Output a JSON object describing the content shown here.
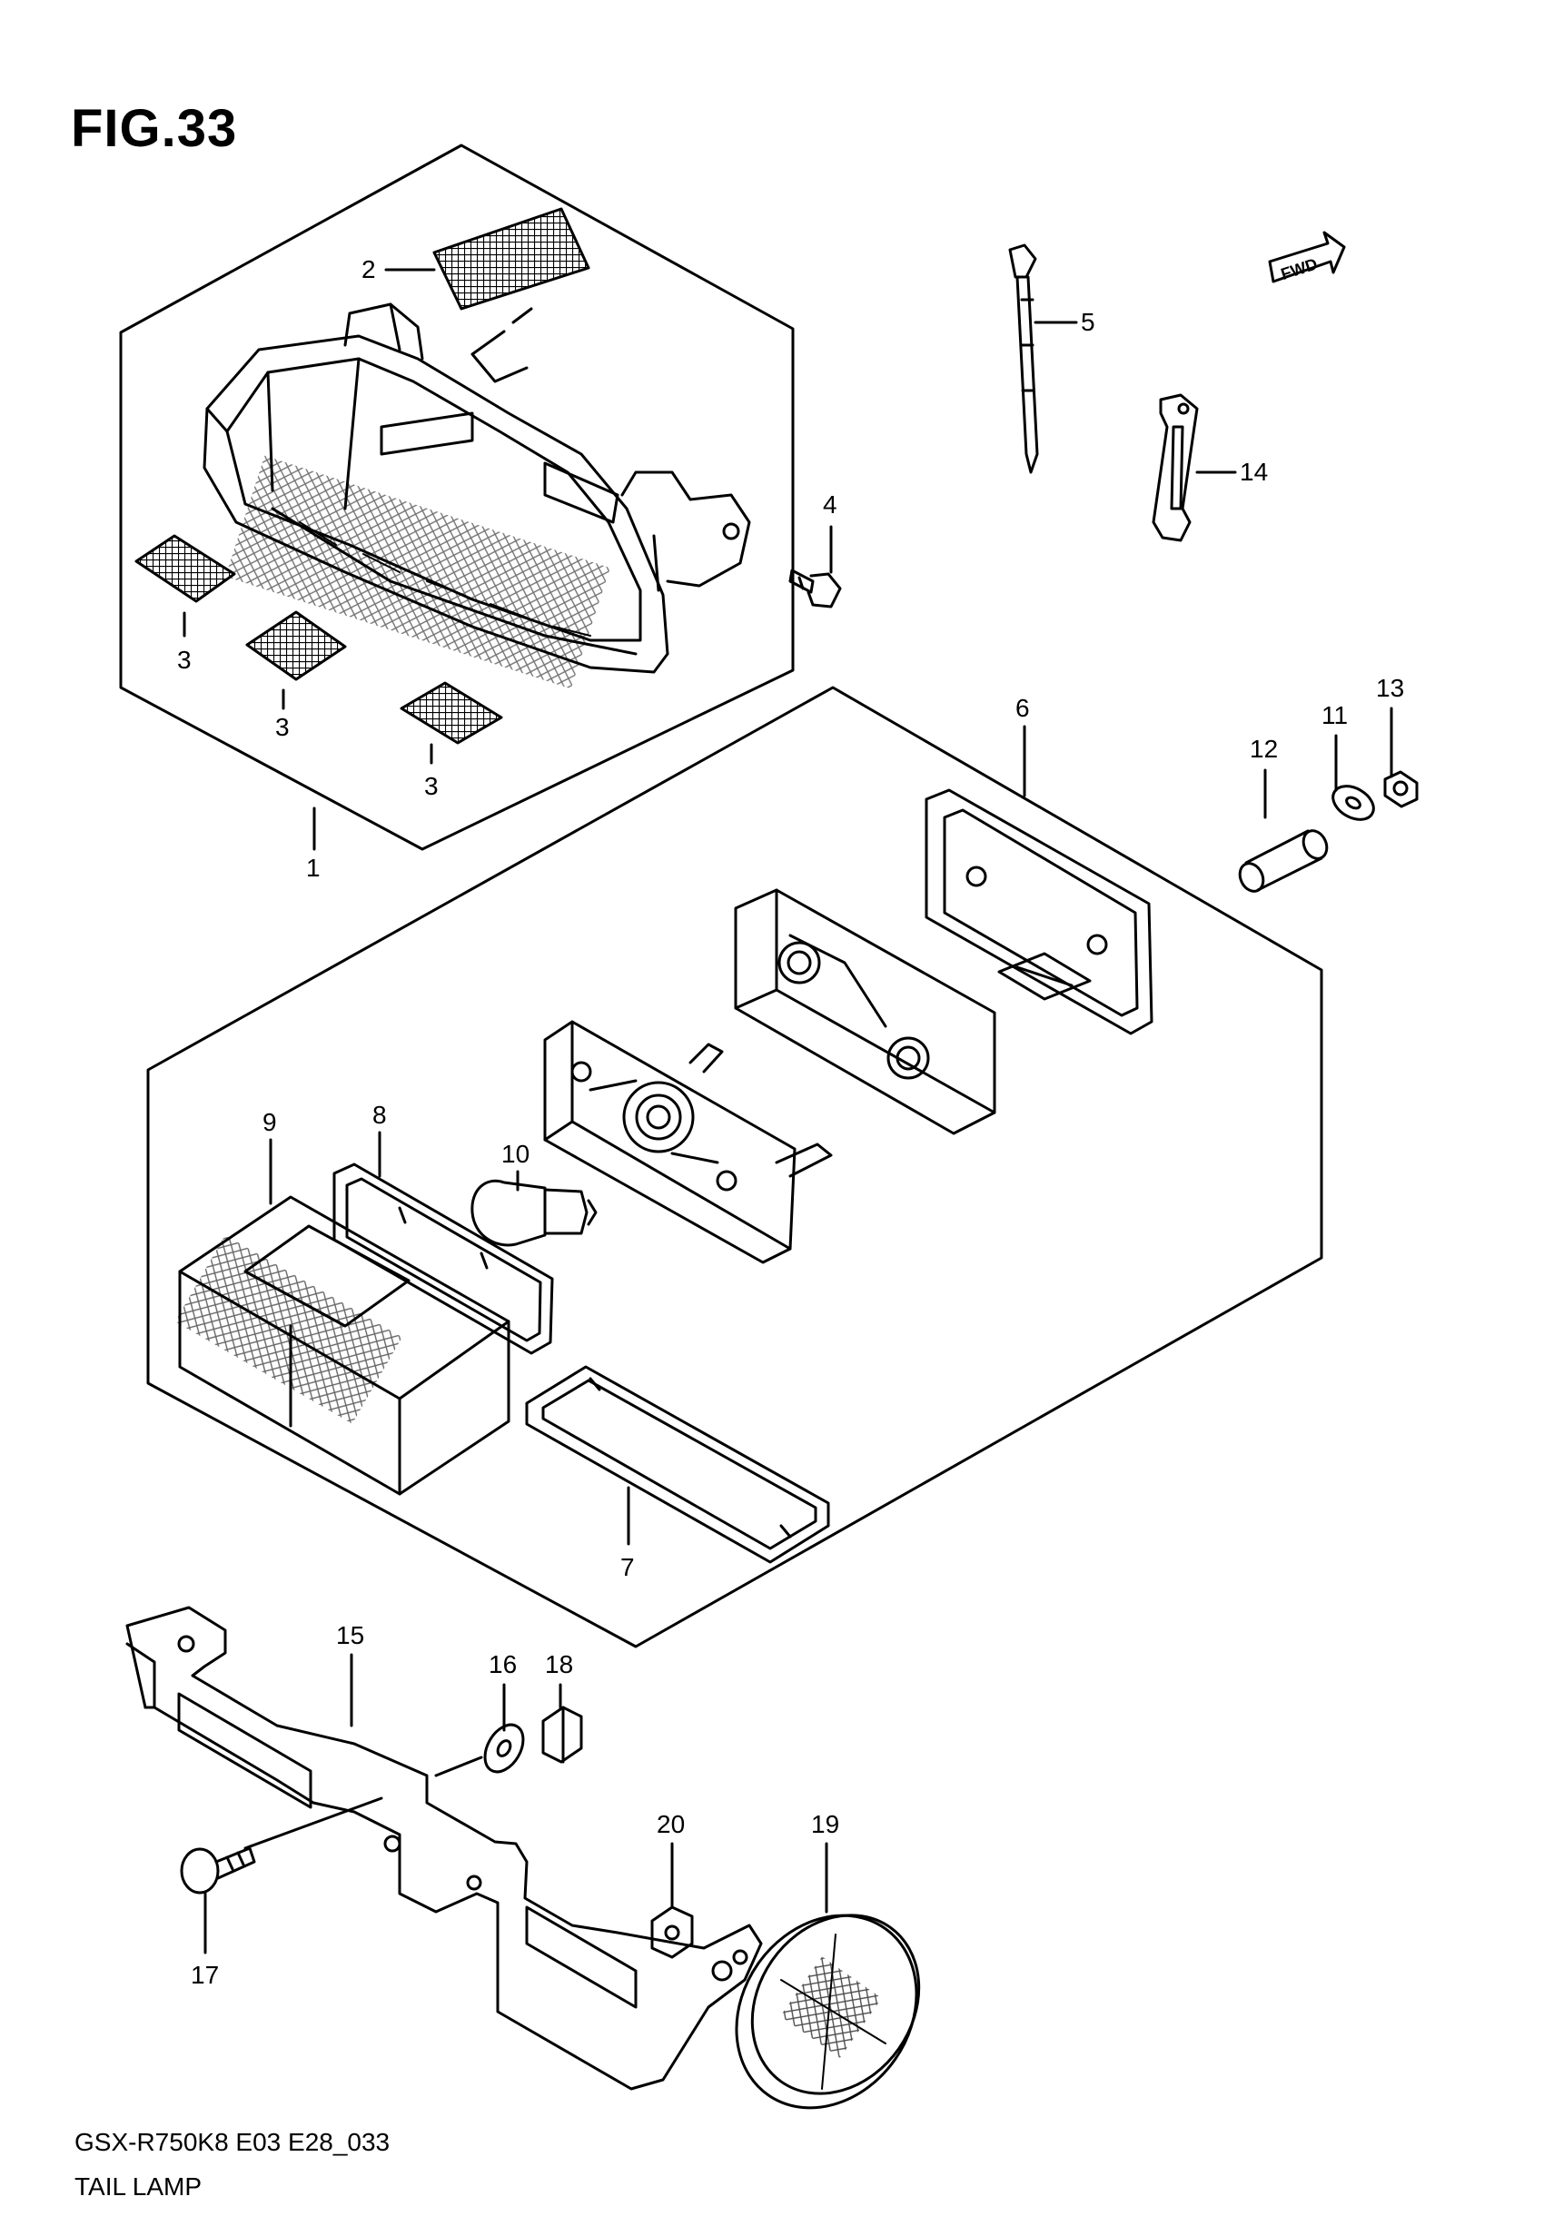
{
  "figure": {
    "title": "FIG.33",
    "code": "GSX-R750K8 E03 E28_033",
    "name": "TAIL LAMP",
    "direction_marker": "FWD"
  },
  "callouts": [
    "1",
    "2",
    "3",
    "3",
    "3",
    "4",
    "5",
    "6",
    "7",
    "8",
    "9",
    "10",
    "11",
    "12",
    "13",
    "14",
    "15",
    "16",
    "17",
    "18",
    "19",
    "20"
  ]
}
